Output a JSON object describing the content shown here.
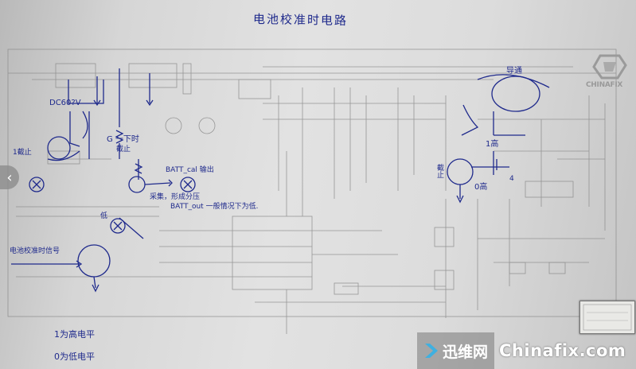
{
  "title": "电池校准时电路",
  "annotations": {
    "dc": "DC60?V",
    "g_top": "G 一下时",
    "g_bottom": "截止",
    "batt_cal": "BATT_cal 输出",
    "batt_divider": "采集，形成分压",
    "batt_out": "BATT_out 一般情况下为低.",
    "bat_cal_signal": "电池校准时信号",
    "pmos": "导通",
    "high": "1高",
    "low": "0高",
    "left_bottom": "截止",
    "left_small": "1截止",
    "mid_small": "低",
    "right_small": "4"
  },
  "legend": {
    "high_level": "1为高电平",
    "low_level": "0为低电平"
  },
  "watermark": {
    "brand": "CHINAFIX"
  },
  "banner": {
    "logo_text": "迅维网",
    "site": "Chinafix.com"
  },
  "colors": {
    "ink": "#1f2a8c",
    "print": "#8a8a8a",
    "paper": "#dcdcdc"
  },
  "nav": {
    "prev_icon": "chevron-left-icon"
  }
}
